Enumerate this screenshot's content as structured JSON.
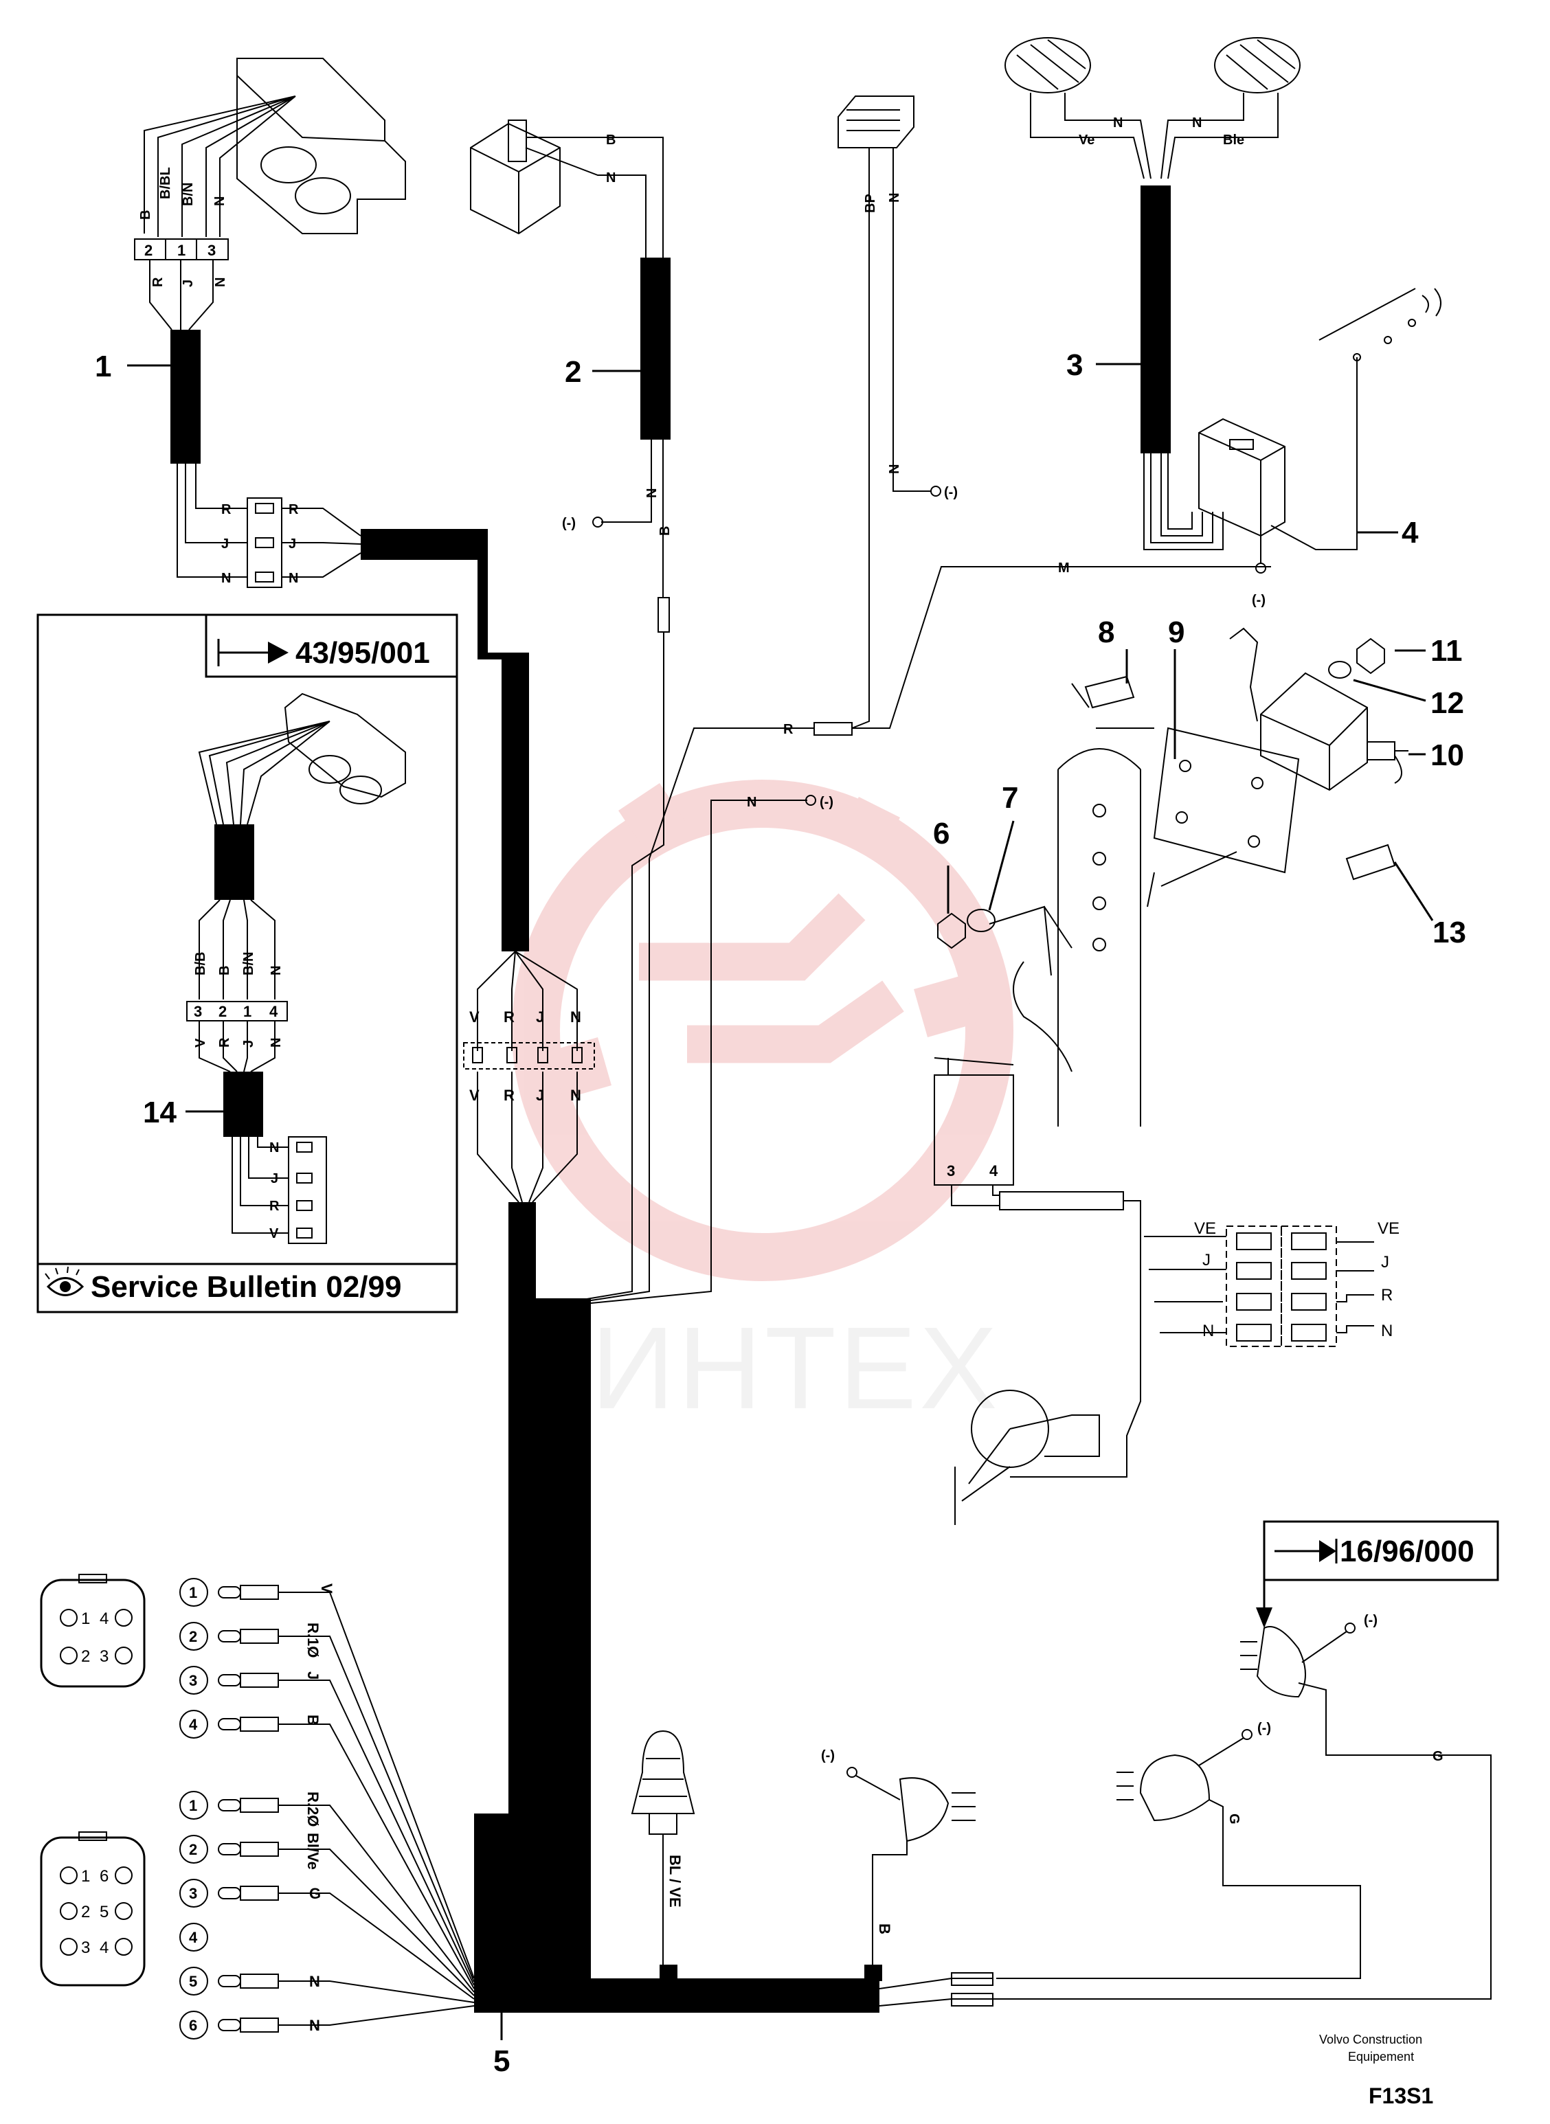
{
  "callouts": [
    "1",
    "2",
    "3",
    "4",
    "5",
    "6",
    "7",
    "8",
    "9",
    "10",
    "11",
    "12",
    "13",
    "14"
  ],
  "references": {
    "ref_top": "43/95/001",
    "ref_beacon": "16/96/000",
    "service_bulletin": "Service Bulletin 02/99"
  },
  "wire_codes": {
    "B": "B",
    "BBL": "B/BL",
    "BN": "B/N",
    "N": "N",
    "R": "R",
    "J": "J",
    "V": "V",
    "BP": "BP",
    "M": "M",
    "Ve": "Ve",
    "Ble": "Ble",
    "VE": "VE",
    "G": "G",
    "BB": "B/B",
    "BLVE": "BL / VE",
    "BlVe": "Bl/Ve",
    "R1": "R.1Ø",
    "R2": "R.2Ø",
    "ground": "(-)"
  },
  "connector_pins": [
    "1",
    "2",
    "3",
    "4",
    "5",
    "6"
  ],
  "plug_top_pins": [
    "1",
    "4",
    "2",
    "3"
  ],
  "plug_bottom_pins": [
    "1",
    "6",
    "2",
    "5",
    "3",
    "4"
  ],
  "relay_pins": [
    "3",
    "4"
  ],
  "terminal_top_pins": [
    "2",
    "1",
    "3"
  ],
  "terminal_inset_pins": [
    "3",
    "2",
    "1",
    "4"
  ],
  "footer": {
    "maker_line1": "Volvo Construction",
    "maker_line2": "Equipement",
    "figure_code": "F13S1"
  },
  "watermark": "ИНТЕХ"
}
